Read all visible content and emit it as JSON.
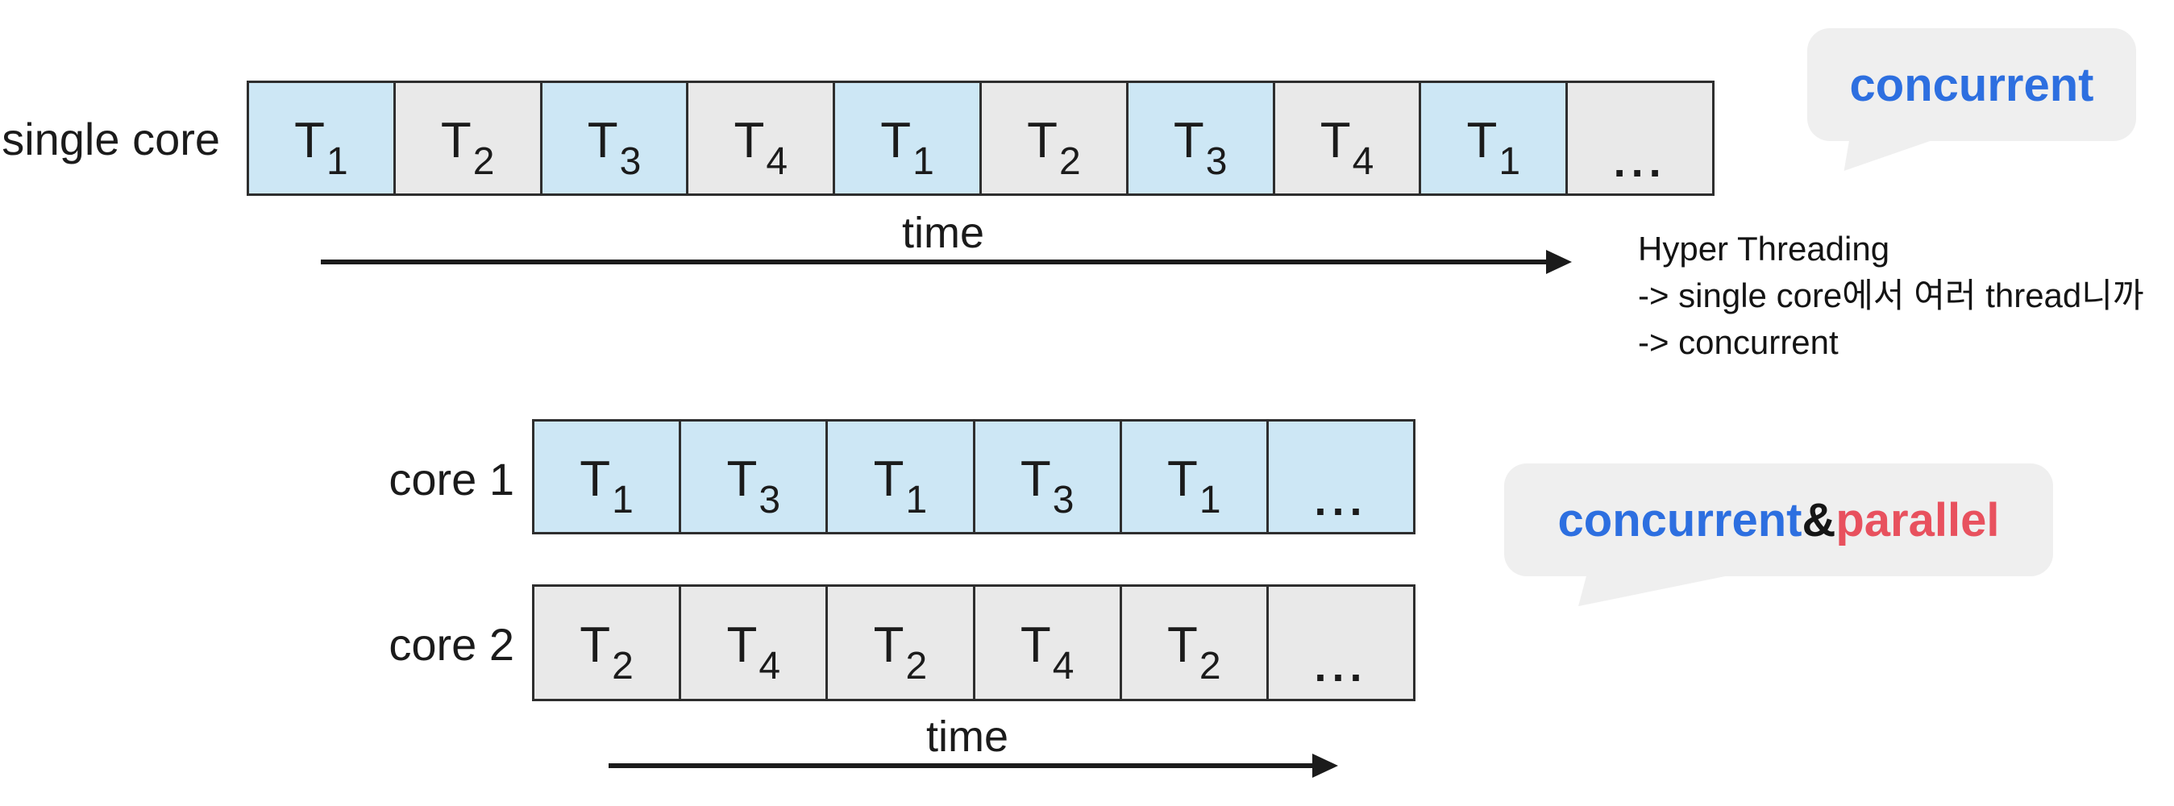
{
  "colors": {
    "blue-cell": "#cde7f5",
    "gray-cell": "#e9e9e9",
    "border": "#2e2e2e",
    "bubble": "#efefef",
    "blue-text": "#2d6fe0",
    "red-text": "#e8515e",
    "ink": "#1b1b1b"
  },
  "single_core": {
    "label": "single core",
    "time_label": "time",
    "cells": [
      {
        "label": "T",
        "sub": "1",
        "variant": "blue"
      },
      {
        "label": "T",
        "sub": "2",
        "variant": "gray"
      },
      {
        "label": "T",
        "sub": "3",
        "variant": "blue"
      },
      {
        "label": "T",
        "sub": "4",
        "variant": "gray"
      },
      {
        "label": "T",
        "sub": "1",
        "variant": "blue"
      },
      {
        "label": "T",
        "sub": "2",
        "variant": "gray"
      },
      {
        "label": "T",
        "sub": "3",
        "variant": "blue"
      },
      {
        "label": "T",
        "sub": "4",
        "variant": "gray"
      },
      {
        "label": "T",
        "sub": "1",
        "variant": "blue"
      },
      {
        "label": "...",
        "variant": "gray"
      }
    ]
  },
  "cores": {
    "time_label": "time",
    "core1": {
      "label": "core 1",
      "cells": [
        {
          "label": "T",
          "sub": "1",
          "variant": "blue"
        },
        {
          "label": "T",
          "sub": "3",
          "variant": "blue"
        },
        {
          "label": "T",
          "sub": "1",
          "variant": "blue"
        },
        {
          "label": "T",
          "sub": "3",
          "variant": "blue"
        },
        {
          "label": "T",
          "sub": "1",
          "variant": "blue"
        },
        {
          "label": "...",
          "variant": "blue"
        }
      ]
    },
    "core2": {
      "label": "core 2",
      "cells": [
        {
          "label": "T",
          "sub": "2",
          "variant": "gray"
        },
        {
          "label": "T",
          "sub": "4",
          "variant": "gray"
        },
        {
          "label": "T",
          "sub": "2",
          "variant": "gray"
        },
        {
          "label": "T",
          "sub": "4",
          "variant": "gray"
        },
        {
          "label": "T",
          "sub": "2",
          "variant": "gray"
        },
        {
          "label": "...",
          "variant": "gray"
        }
      ]
    }
  },
  "bubbles": {
    "top": {
      "text": "concurrent"
    },
    "bottom": {
      "parts": [
        {
          "text": "concurrent"
        },
        {
          "text": " & "
        },
        {
          "text": "parallel"
        }
      ]
    }
  },
  "annotation": {
    "lines": [
      "Hyper Threading",
      "-> single core에서 여러 thread니까",
      "-> concurrent"
    ]
  }
}
